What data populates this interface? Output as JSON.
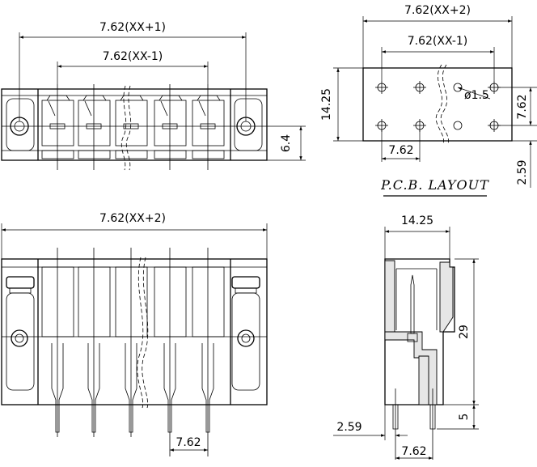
{
  "diagram": {
    "top_view": {
      "dim_top": "7.62(XX+1)",
      "dim_mid": "7.62(XX-1)",
      "dim_right": "6.4"
    },
    "pcb_layout": {
      "dim_top": "7.62(XX+2)",
      "dim_mid": "7.62(XX-1)",
      "dim_height": "14.25",
      "dim_hole": "ø1.5",
      "dim_row": "7.62",
      "dim_pitch": "7.62",
      "dim_offset": "2.59",
      "title": "P.C.B. LAYOUT"
    },
    "front_view": {
      "dim_top": "7.62(XX+2)",
      "dim_pitch": "7.62"
    },
    "side_view": {
      "dim_top": "14.25",
      "dim_height": "29",
      "dim_pin": "5",
      "dim_offset": "2.59",
      "dim_pitch": "7.62"
    }
  }
}
